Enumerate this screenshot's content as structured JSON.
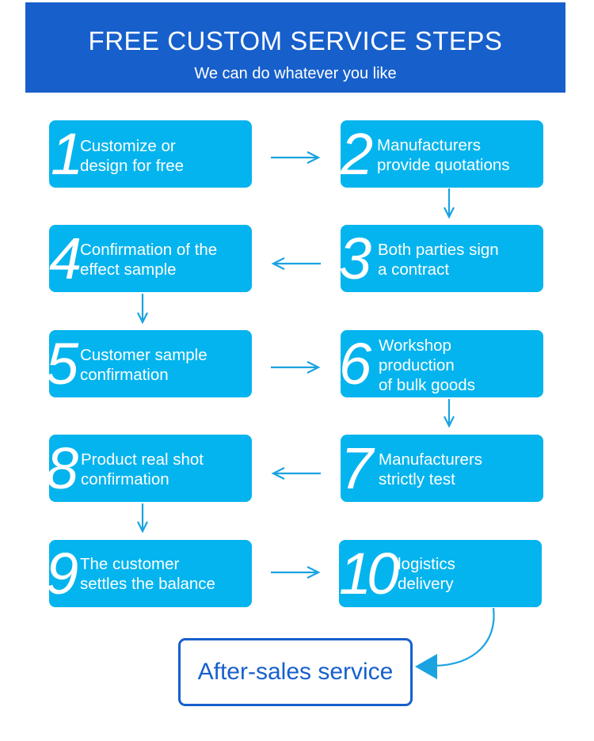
{
  "header": {
    "title": "FREE CUSTOM SERVICE STEPS",
    "subtitle": "We can do whatever you like"
  },
  "colors": {
    "header_bg": "#1760CC",
    "step_bg": "#04B4EE",
    "arrow": "#1AA3E0",
    "final_border": "#1760CC"
  },
  "steps": [
    {
      "number": "1",
      "text": "Customize or\ndesign for free"
    },
    {
      "number": "2",
      "text": "Manufacturers\nprovide quotations"
    },
    {
      "number": "3",
      "text": "Both parties sign\na contract"
    },
    {
      "number": "4",
      "text": "Confirmation of the\neffect sample"
    },
    {
      "number": "5",
      "text": "Customer sample\nconfirmation"
    },
    {
      "number": "6",
      "text": "Workshop\nproduction\nof bulk goods"
    },
    {
      "number": "7",
      "text": "Manufacturers\nstrictly test"
    },
    {
      "number": "8",
      "text": "Product real shot\nconfirmation"
    },
    {
      "number": "9",
      "text": "The customer\nsettles the balance"
    },
    {
      "number": "10",
      "text": "logistics\ndelivery"
    }
  ],
  "final_step": {
    "text": "After-sales service"
  },
  "flow": [
    "1→2",
    "2→3",
    "3→4",
    "4→5",
    "5→6",
    "6→7",
    "7→8",
    "8→9",
    "9→10",
    "10→after-sales"
  ]
}
